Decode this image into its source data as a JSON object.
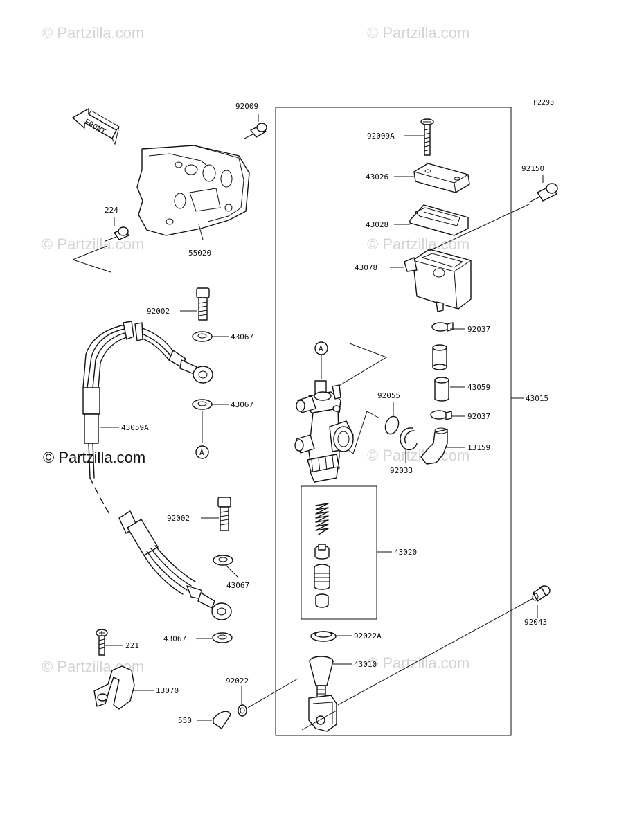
{
  "diagram_code": "F2293",
  "front_arrow": "FRONT",
  "watermark": "© Partzilla.com",
  "ref_marker": "A",
  "labels": {
    "p92009": "92009",
    "p224": "224",
    "p55020": "55020",
    "p92002a": "92002",
    "p43067a": "43067",
    "p43067b": "43067",
    "p43059A": "43059A",
    "p92002b": "92002",
    "p43067c": "43067",
    "p43067d": "43067",
    "p221": "221",
    "p13070": "13070",
    "p550": "550",
    "p92022": "92022",
    "p92009A": "92009A",
    "p43026": "43026",
    "p43028": "43028",
    "p43078": "43078",
    "p92150": "92150",
    "p92037a": "92037",
    "p43059": "43059",
    "p92037b": "92037",
    "p43015": "43015",
    "p92055": "92055",
    "p13159": "13159",
    "p92033": "92033",
    "p43020": "43020",
    "p92043": "92043",
    "p92022A": "92022A",
    "p43010": "43010"
  }
}
